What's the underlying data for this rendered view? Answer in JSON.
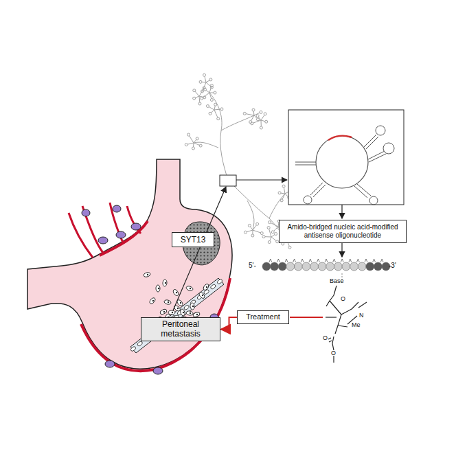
{
  "diagram": {
    "nodes": [
      {
        "text": [
          "SYT13"
        ]
      },
      {
        "text": [
          "Amido-bridged nucleic acid-modified antisense oligonucleotide"
        ]
      },
      {
        "text": [
          "Treatment"
        ]
      },
      {
        "text": [
          "Peritoneal metastasis"
        ]
      }
    ],
    "edges": [
      {
        "from": 2,
        "to": 3,
        "arrow": "to"
      }
    ],
    "labels": [
      "5'-",
      "-3'",
      "Base",
      "O",
      "O",
      "O",
      "N",
      "Me"
    ]
  }
}
